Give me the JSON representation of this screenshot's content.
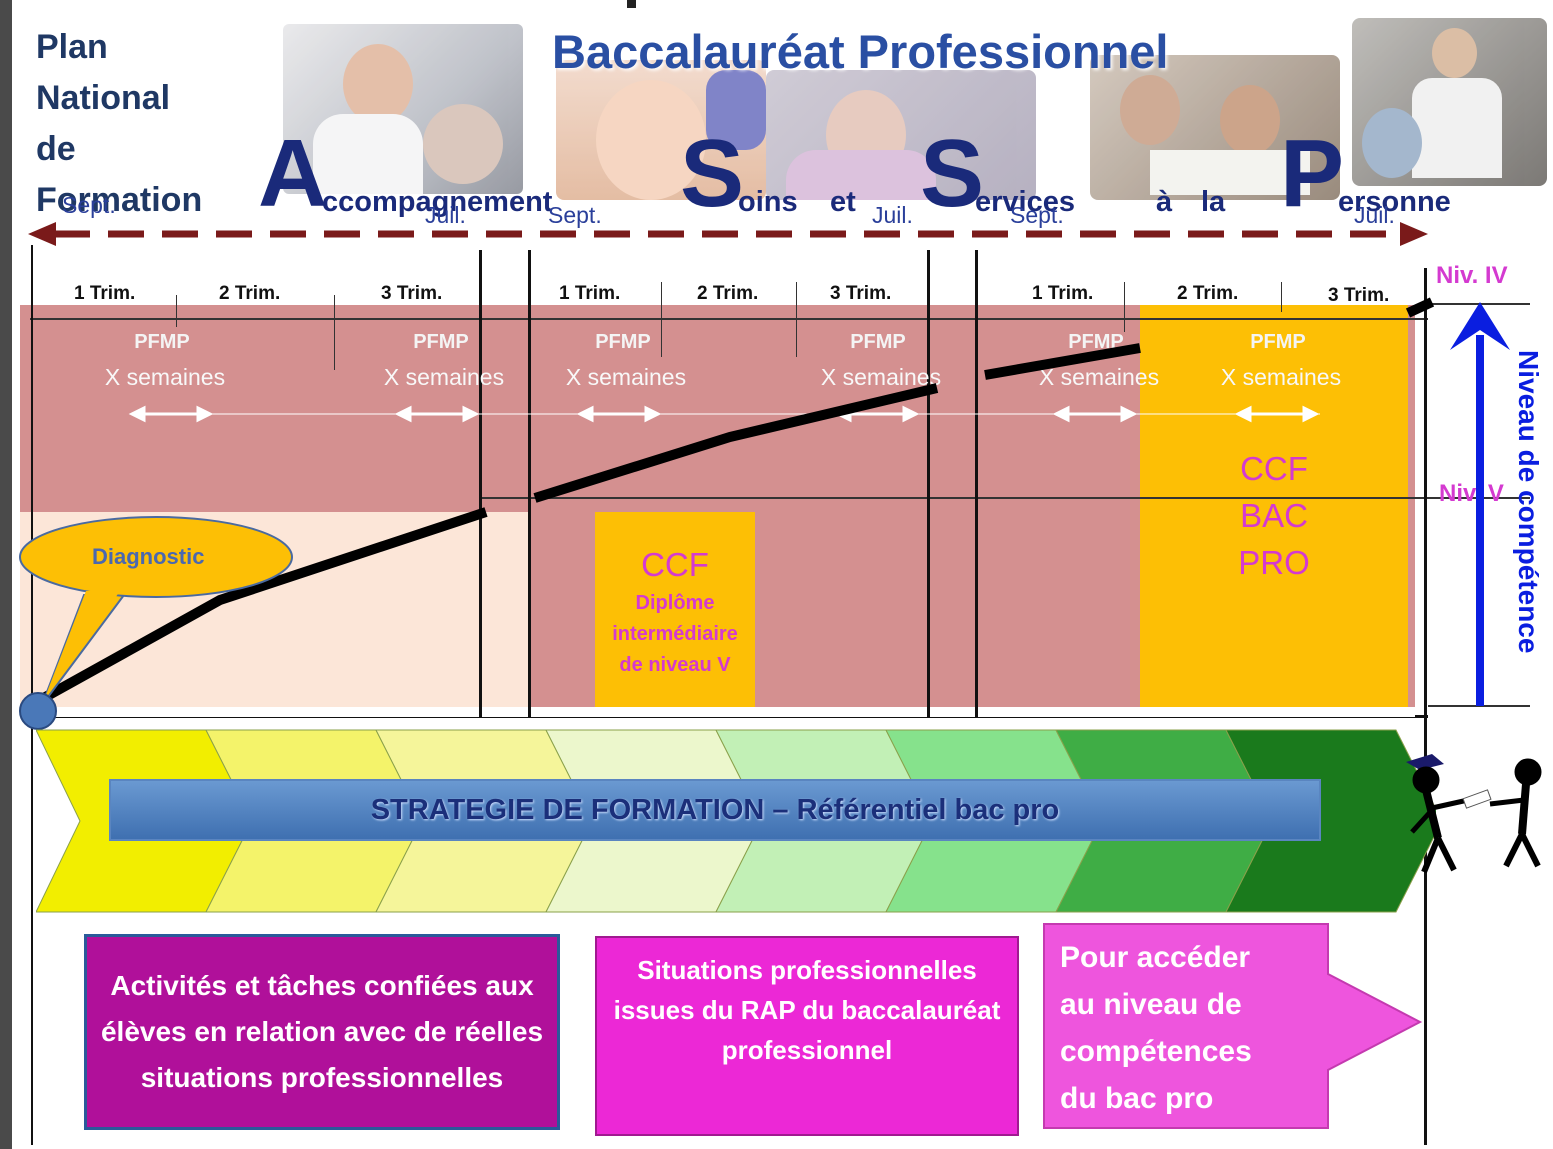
{
  "header": {
    "plan_title": [
      "Plan",
      "National",
      "de",
      "Formation"
    ],
    "title": "Baccalauréat Professionnel",
    "acronym_letters": [
      "A",
      "S",
      "S",
      "P"
    ],
    "acronym_words": [
      "ccompagnement",
      "oins",
      "et",
      "ervices",
      "à",
      "la",
      "ersonne"
    ]
  },
  "timeline": {
    "months": [
      "Sept.",
      "Juil.",
      "Sept.",
      "Juil.",
      "Sept.",
      "Juil."
    ],
    "trimesters": [
      "1 Trim.",
      "2 Trim.",
      "3 Trim.",
      "1 Trim.",
      "2 Trim.",
      "3 Trim.",
      "1 Trim.",
      "2 Trim.",
      "3 Trim."
    ],
    "pfmp_label": "PFMP",
    "pfmp_duration": "X semaines",
    "pfmp_count": 6
  },
  "levels": {
    "niv_iv": "Niv. IV",
    "niv_v": "Niv. V",
    "axis_label": "Niveau de compétence"
  },
  "diagnostic": "Diagnostic",
  "ccf_intermediate": {
    "title": "CCF",
    "subtitle": [
      "Diplôme",
      "intermédiaire",
      "de niveau V"
    ]
  },
  "ccf_bac": {
    "lines": [
      "CCF",
      "BAC",
      "PRO"
    ]
  },
  "strategy": {
    "label": "STRATEGIE DE FORMATION – Référentiel bac pro",
    "chevron_colors": [
      "#f2ee00",
      "#f4f36a",
      "#f5f59a",
      "#ecf7cc",
      "#c2f0b6",
      "#86e28c",
      "#3fad45",
      "#1a7a1c"
    ]
  },
  "bottom_boxes": {
    "activities": "Activités et  tâches confiées aux élèves en relation avec de réelles situations professionnelles",
    "situations": "Situations professionnelles issues du RAP du baccalauréat professionnel",
    "access": "Pour accéder au niveau de compétences du bac pro"
  },
  "colors": {
    "band_rose": "#d49090",
    "band_light": "#fce6d8",
    "ccf_orange": "#fdbf05",
    "ccf_text": "#d43ad0",
    "arrow_blue": "#0a1ee0",
    "dash_red": "#7a1a1a",
    "box_purple": "#b0109a",
    "box_magenta": "#ec28d6",
    "box_pink": "#ee55dd"
  }
}
